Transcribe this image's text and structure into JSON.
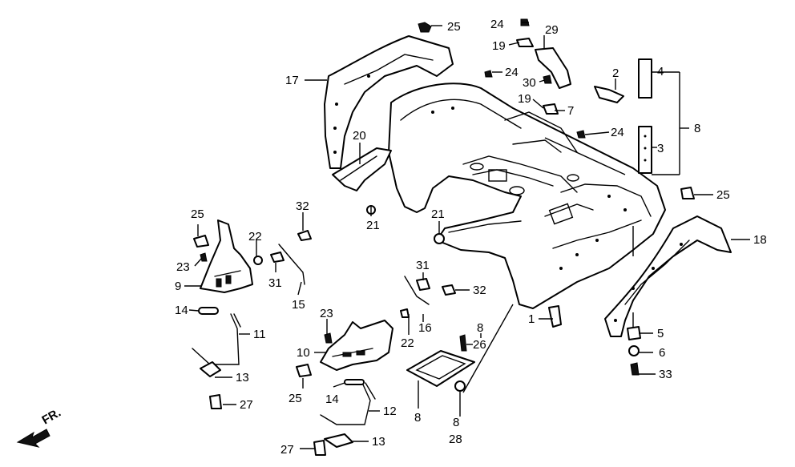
{
  "labels": [
    {
      "text": "25"
    },
    {
      "text": "24"
    },
    {
      "text": "29"
    },
    {
      "text": "19"
    },
    {
      "text": "17"
    },
    {
      "text": "24"
    },
    {
      "text": "30"
    },
    {
      "text": "2"
    },
    {
      "text": "4"
    },
    {
      "text": "19"
    },
    {
      "text": "7"
    },
    {
      "text": "8"
    },
    {
      "text": "24"
    },
    {
      "text": "3"
    },
    {
      "text": "20"
    },
    {
      "text": "21"
    },
    {
      "text": "25"
    },
    {
      "text": "25"
    },
    {
      "text": "32"
    },
    {
      "text": "22"
    },
    {
      "text": "21"
    },
    {
      "text": "18"
    },
    {
      "text": "23"
    },
    {
      "text": "31"
    },
    {
      "text": "9"
    },
    {
      "text": "15"
    },
    {
      "text": "31"
    },
    {
      "text": "32"
    },
    {
      "text": "14"
    },
    {
      "text": "1"
    },
    {
      "text": "5"
    },
    {
      "text": "11"
    },
    {
      "text": "23"
    },
    {
      "text": "16"
    },
    {
      "text": "8"
    },
    {
      "text": "26"
    },
    {
      "text": "22"
    },
    {
      "text": "6"
    },
    {
      "text": "10"
    },
    {
      "text": "13"
    },
    {
      "text": "33"
    },
    {
      "text": "25"
    },
    {
      "text": "14"
    },
    {
      "text": "27"
    },
    {
      "text": "12"
    },
    {
      "text": "8"
    },
    {
      "text": "8"
    },
    {
      "text": "28"
    },
    {
      "text": "13"
    },
    {
      "text": "27"
    }
  ],
  "direction_label": "FR."
}
